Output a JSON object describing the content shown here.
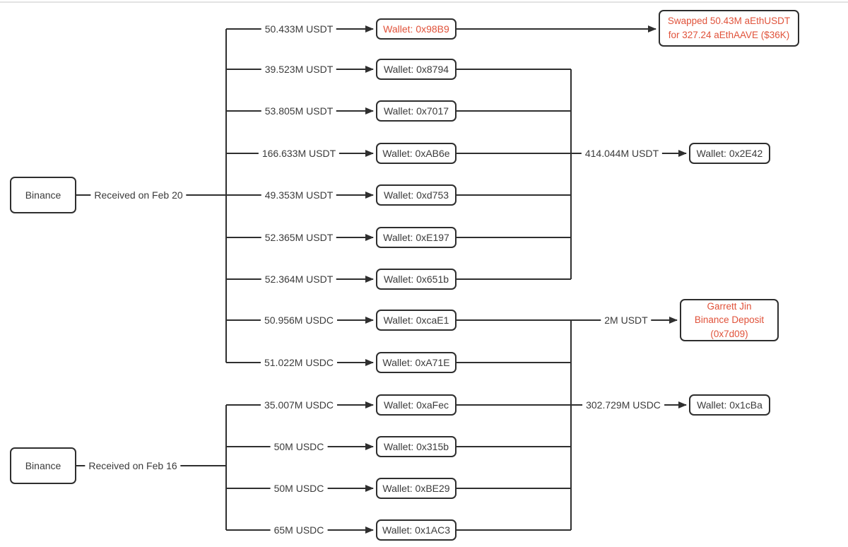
{
  "colors": {
    "accent_orange": "#e0523a",
    "line": "#2f2f2f",
    "text": "#3b3b3b",
    "box_border": "#2e2e2e",
    "background": "#ffffff"
  },
  "sources": [
    {
      "name": "Binance",
      "received": "Received on Feb 20"
    },
    {
      "name": "Binance",
      "received": "Received on Feb 16"
    }
  ],
  "flows": [
    {
      "amount": "50.433M USDT",
      "wallet": "Wallet: 0x98B9",
      "highlight": true
    },
    {
      "amount": "39.523M USDT",
      "wallet": "Wallet: 0x8794",
      "highlight": false
    },
    {
      "amount": "53.805M USDT",
      "wallet": "Wallet: 0x7017",
      "highlight": false
    },
    {
      "amount": "166.633M USDT",
      "wallet": "Wallet: 0xAB6e",
      "highlight": false
    },
    {
      "amount": "49.353M USDT",
      "wallet": "Wallet: 0xd753",
      "highlight": false
    },
    {
      "amount": "52.365M USDT",
      "wallet": "Wallet: 0xE197",
      "highlight": false
    },
    {
      "amount": "52.364M USDT",
      "wallet": "Wallet: 0x651b",
      "highlight": false
    },
    {
      "amount": "50.956M USDC",
      "wallet": "Wallet: 0xcaE1",
      "highlight": false
    },
    {
      "amount": "51.022M USDC",
      "wallet": "Wallet: 0xA71E",
      "highlight": false
    },
    {
      "amount": "35.007M USDC",
      "wallet": "Wallet: 0xaFec",
      "highlight": false
    },
    {
      "amount": "50M USDC",
      "wallet": "Wallet: 0x315b",
      "highlight": false
    },
    {
      "amount": "50M USDC",
      "wallet": "Wallet: 0xBE29",
      "highlight": false
    },
    {
      "amount": "65M USDC",
      "wallet": "Wallet: 0x1AC3",
      "highlight": false
    }
  ],
  "swap_note": {
    "line1": "Swapped 50.43M aEthUSDT",
    "line2": "for 327.24 aEthAAVE ($36K)"
  },
  "aggregations": [
    {
      "amount": "414.044M USDT",
      "target": "Wallet: 0x2E42"
    },
    {
      "amount": "2M USDT",
      "target_line1": "Garrett Jin",
      "target_line2": "Binance Deposit",
      "target_line3": "(0x7d09)",
      "highlight": true
    },
    {
      "amount": "302.729M USDC",
      "target": "Wallet: 0x1cBa"
    }
  ]
}
